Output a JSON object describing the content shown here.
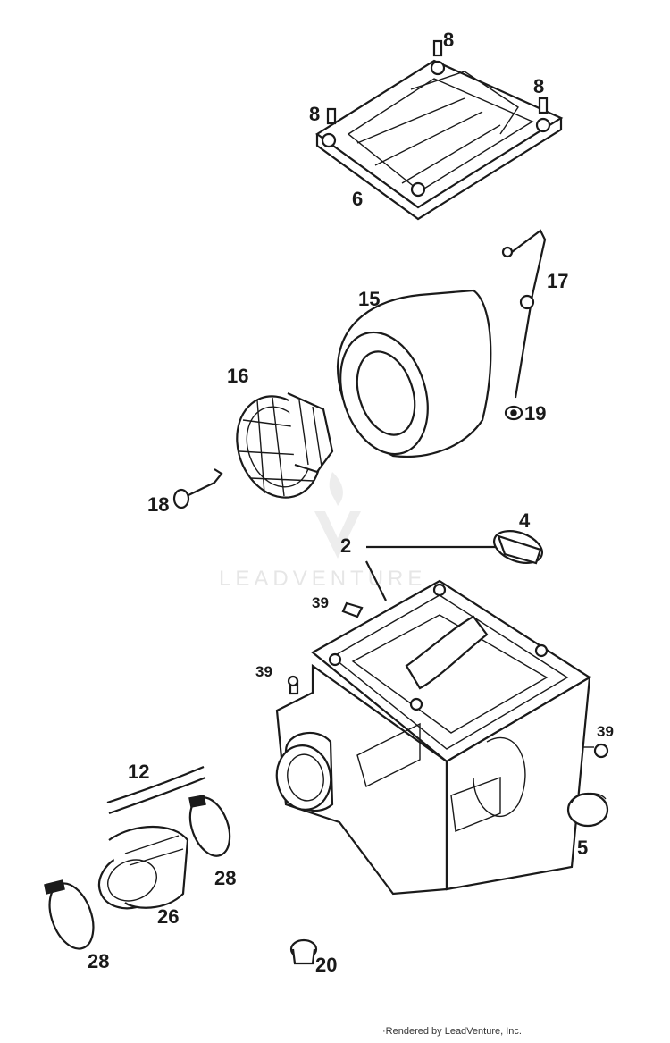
{
  "callouts": {
    "c8a": "8",
    "c8b": "8",
    "c8c": "8",
    "c6": "6",
    "c15": "15",
    "c17": "17",
    "c16": "16",
    "c19": "19",
    "c18": "18",
    "c4": "4",
    "c2": "2",
    "c39a": "39",
    "c39b": "39",
    "c39c": "39",
    "c12": "12",
    "c5": "5",
    "c28a": "28",
    "c26": "26",
    "c28b": "28",
    "c20": "20"
  },
  "watermark": {
    "text": "LEADVENTURE"
  },
  "footer": {
    "text": "·Rendered by LeadVenture, Inc."
  }
}
